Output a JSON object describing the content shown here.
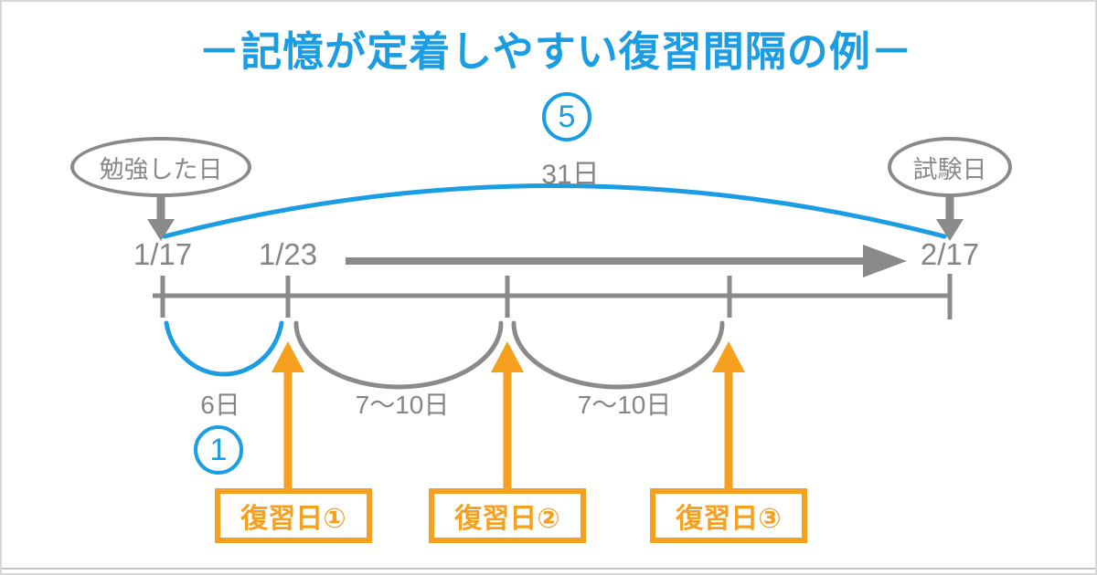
{
  "colors": {
    "blue": "#1b9de4",
    "gray": "#8a8a8a",
    "orange": "#f5a01e"
  },
  "title": "－記憶が定着しやすい復習間隔の例－",
  "milestones": {
    "study_day": {
      "label": "勉強した日",
      "date": "1/17"
    },
    "first_review": {
      "date": "1/23"
    },
    "exam_day": {
      "label": "試験日",
      "date": "2/17"
    }
  },
  "total_span": {
    "circled_number": "5",
    "duration": "31日"
  },
  "intervals": [
    {
      "duration": "6日",
      "circled_number": "1"
    },
    {
      "duration": "7～10日"
    },
    {
      "duration": "7～10日"
    }
  ],
  "review_boxes": [
    {
      "label": "復習日①"
    },
    {
      "label": "復習日②"
    },
    {
      "label": "復習日③"
    }
  ]
}
